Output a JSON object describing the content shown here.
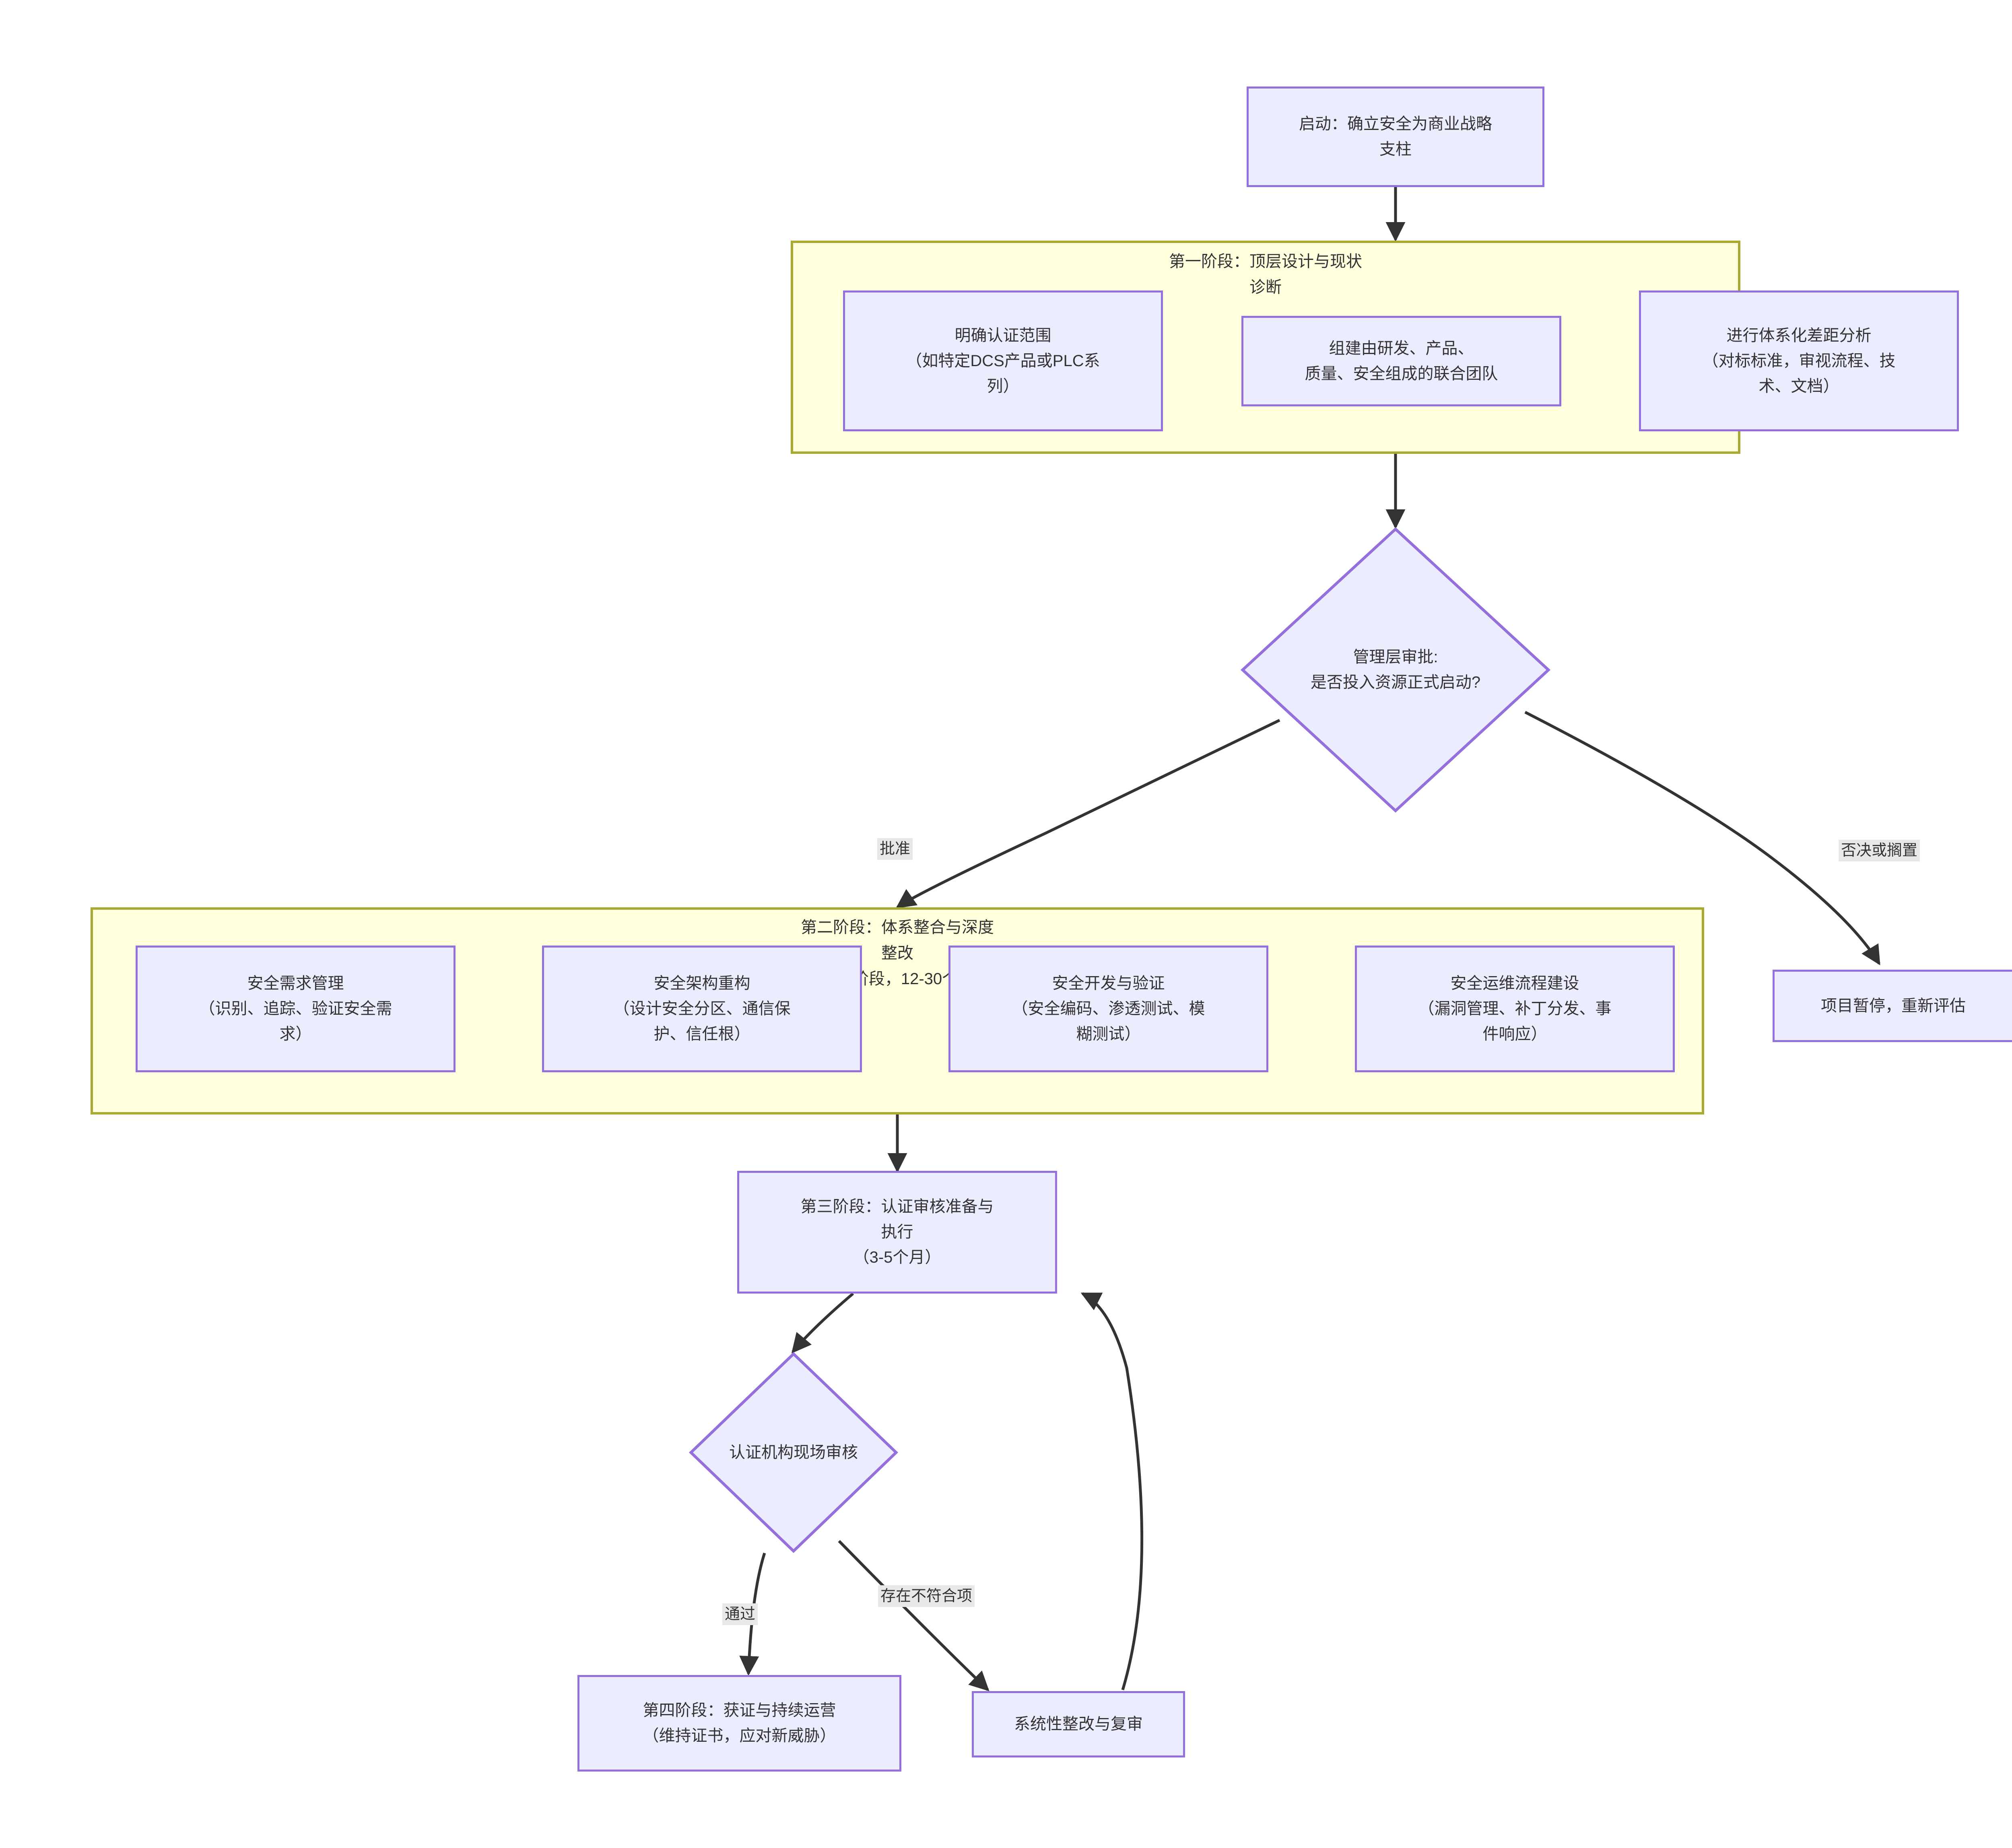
{
  "diagram": {
    "type": "flowchart",
    "direction": "top-down",
    "theme_colors": {
      "node_fill": "#ececff",
      "node_border": "#9370db",
      "subgraph_fill": "#ffffde",
      "subgraph_border": "#aaaa33",
      "edge_stroke": "#333333",
      "edge_label_bg": "#e8e8e8",
      "text": "#333333",
      "background": "#ffffff"
    }
  },
  "nodes": {
    "start": "启动：确立安全为商业战略\n支柱",
    "scope": "明确认证范围\n（如特定DCS产品或PLC系\n列）",
    "team": "组建由研发、产品、\n质量、安全组成的联合团队",
    "gap": "进行体系化差距分析\n（对标标准，审视流程、技\n术、文档）",
    "approval": "管理层审批:\n是否投入资源正式启动?",
    "hold": "项目暂停，重新评估",
    "req": "安全需求管理\n（识别、追踪、验证安全需\n求）",
    "arch": "安全架构重构\n（设计安全分区、通信保\n护、信任根）",
    "dev": "安全开发与验证\n（安全编码、渗透测试、模\n糊测试）",
    "ops": "安全运维流程建设\n（漏洞管理、补丁分发、事\n件响应）",
    "phase3": "第三阶段：认证审核准备与\n执行\n（3-5个月）",
    "audit": "认证机构现场审核",
    "phase4": "第四阶段：获证与持续运营\n（维持证书，应对新威胁）",
    "rectify": "系统性整改与复审"
  },
  "subgraphs": {
    "phase1": "第一阶段：顶层设计与现状\n诊断",
    "phase2": "第二阶段：体系整合与深度\n整改\n（核心阶段，12-30个月）"
  },
  "edge_labels": {
    "approve": "批准",
    "reject": "否决或搁置",
    "pass": "通过",
    "nonconformity": "存在不符合项"
  }
}
